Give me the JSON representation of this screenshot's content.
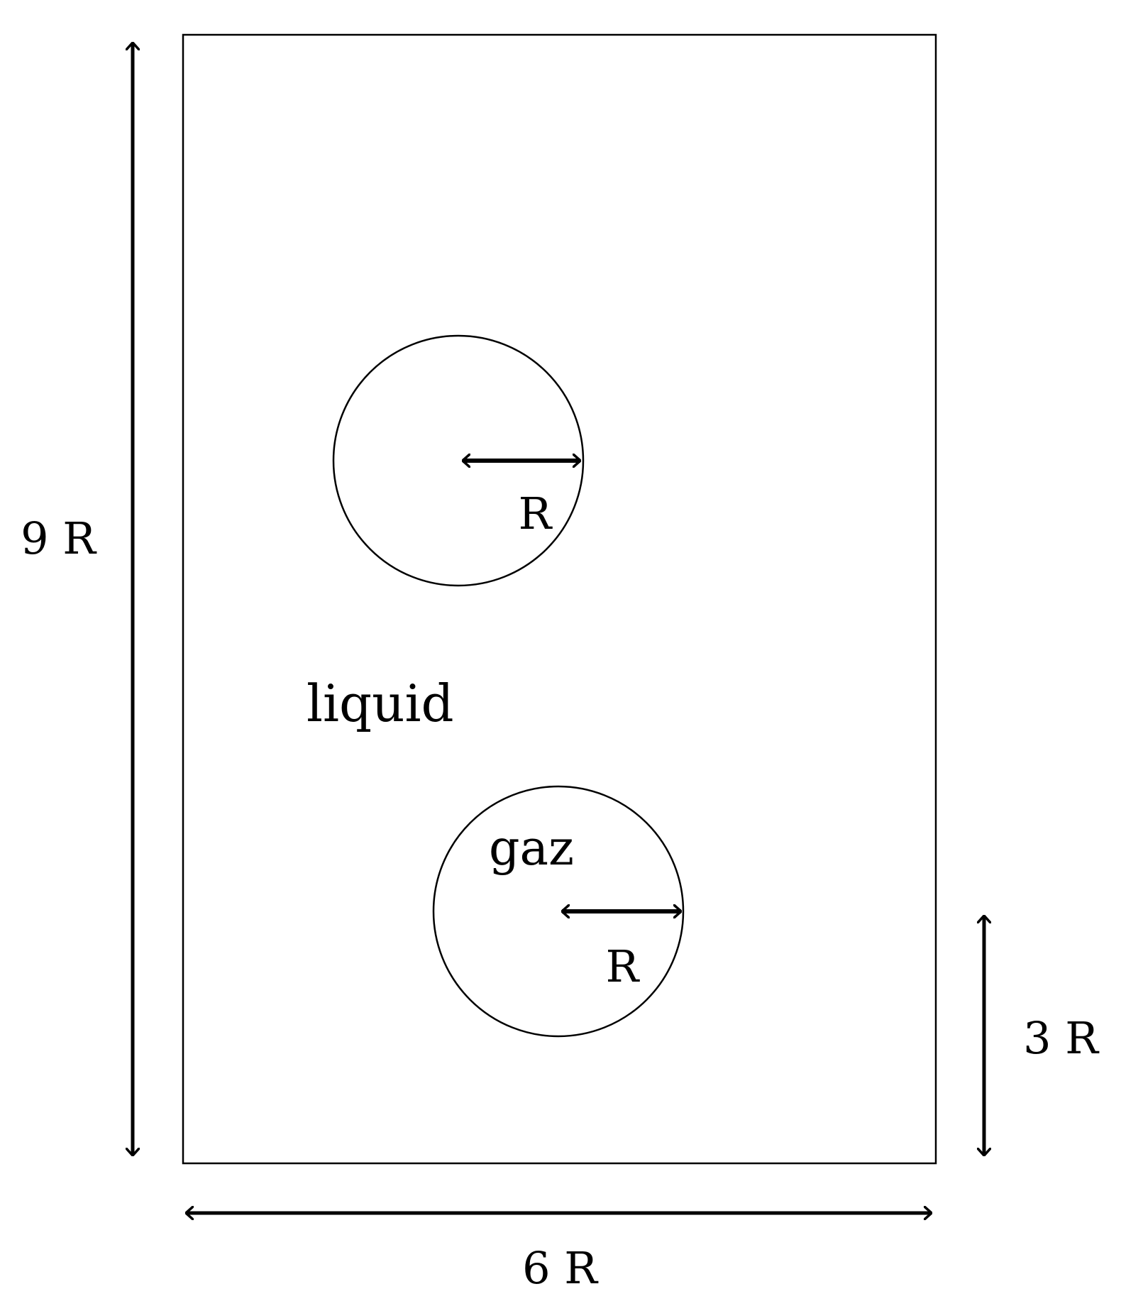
{
  "labels": {
    "height": "9 R",
    "width": "6 R",
    "offset": "3 R",
    "medium": "liquid",
    "bubble_inner": "gaz",
    "radius_top": "R",
    "radius_bottom": "R"
  },
  "colors": {
    "stroke": "#000000",
    "background": "#ffffff"
  }
}
